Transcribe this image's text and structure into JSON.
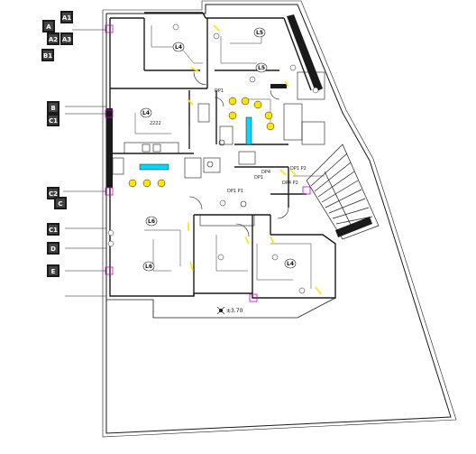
{
  "drawing": {
    "wall_color": "#1a1a1a",
    "wire_color": "#333333",
    "fixture_yellow": "#ffe600",
    "fixture_cyan": "#00d8ff",
    "grid_magenta": "#d000d0",
    "level_mark": "±3.70",
    "axis_tags": [
      {
        "id": "a1",
        "text": "A1"
      },
      {
        "id": "a2",
        "text": "A"
      },
      {
        "id": "a3",
        "text": "A2"
      },
      {
        "id": "a4",
        "text": "A3"
      },
      {
        "id": "b1",
        "text": "B1"
      },
      {
        "id": "b2",
        "text": "B"
      },
      {
        "id": "c1",
        "text": "C1"
      },
      {
        "id": "c2",
        "text": "C2"
      },
      {
        "id": "c3",
        "text": "C"
      },
      {
        "id": "c4",
        "text": "C1"
      },
      {
        "id": "d1",
        "text": "D"
      },
      {
        "id": "e1",
        "text": "E"
      }
    ],
    "circuit_labels": [
      {
        "id": "l4a",
        "text": "L4"
      },
      {
        "id": "l5a",
        "text": "L5"
      },
      {
        "id": "l5b",
        "text": "L5"
      },
      {
        "id": "l4b",
        "text": "L4"
      },
      {
        "id": "l6a",
        "text": "L6"
      },
      {
        "id": "l6b",
        "text": "L6"
      },
      {
        "id": "l4c",
        "text": "L4"
      }
    ],
    "small_labels": [
      {
        "id": "s1",
        "text": "2222"
      },
      {
        "id": "s2",
        "text": "DP1"
      },
      {
        "id": "s3",
        "text": "DP1 P2"
      },
      {
        "id": "s4",
        "text": "DP4 P2"
      },
      {
        "id": "s5",
        "text": "DP1"
      },
      {
        "id": "s6",
        "text": "DP1 P1"
      },
      {
        "id": "s7",
        "text": "DP4"
      }
    ]
  }
}
